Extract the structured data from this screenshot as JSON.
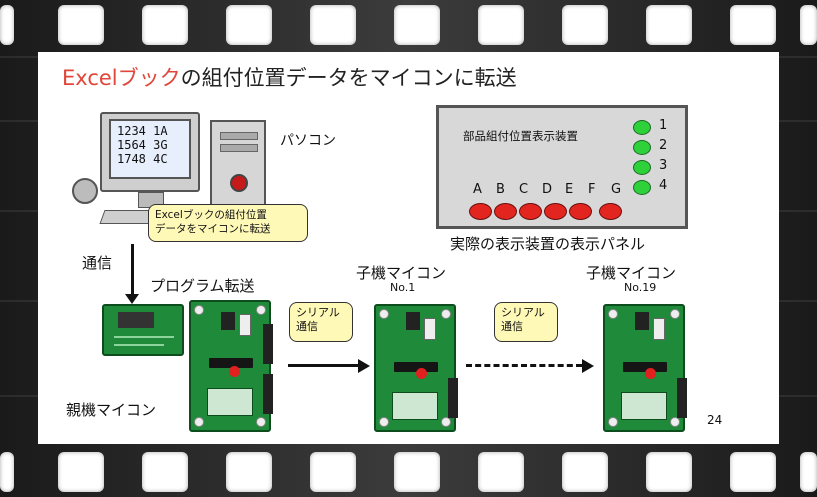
{
  "slide": {
    "title_prefix": "Excelブック",
    "title_rest": "の組付位置データをマイコンに転送",
    "page_number": "24"
  },
  "pc": {
    "label": "パソコン",
    "screen_lines": [
      "1234  1A",
      "1564  3G",
      "1748  4C"
    ],
    "callout_lines": [
      "Excelブックの組付位置",
      "データをマイコンに転送"
    ]
  },
  "panel": {
    "heading": "部品組付位置表示装置",
    "row_numbers": [
      "1",
      "2",
      "3",
      "4"
    ],
    "column_letters": [
      "A",
      "B",
      "C",
      "D",
      "E",
      "F",
      "G"
    ],
    "caption": "実際の表示装置の表示パネル"
  },
  "flow": {
    "comm_label": "通信",
    "program_transfer_label": "プログラム転送",
    "parent_label": "親機マイコン",
    "child1_label": "子機マイコン",
    "child1_no": "No.1",
    "child19_label": "子機マイコン",
    "child19_no": "No.19",
    "serial1_lines": [
      "シリアル",
      "通信"
    ],
    "serial2_lines": [
      "シリアル",
      "通信"
    ]
  },
  "colors": {
    "title_accent": "#e0463a",
    "led_green": "#2fd13a",
    "led_red": "#e2261f",
    "board_green": "#1f8a3a",
    "callout_fill": "#fff9b8"
  }
}
